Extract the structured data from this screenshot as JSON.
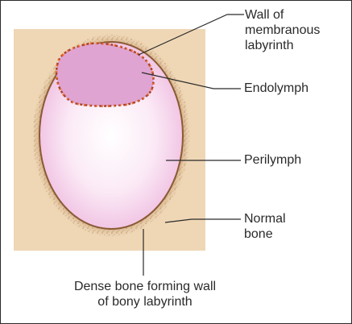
{
  "labels": {
    "wall_membranous": [
      "Wall of",
      "membranous",
      "labyrinth"
    ],
    "endolymph": "Endolymph",
    "perilymph": "Perilymph",
    "normal_bone": [
      "Normal",
      "bone"
    ],
    "dense_bone": [
      "Dense bone forming wall",
      "of bony labyrinth"
    ]
  },
  "colors": {
    "bone": "#efd7b6",
    "dense_bone_speckle": "#b88a5a",
    "perilymph_center": "#ffffff",
    "perilymph_edge": "#efbde0",
    "perilymph_outline": "#8a5a35",
    "endolymph_fill": "#dfa4d2",
    "membrane_outline": "#a8442a",
    "membrane_dots": "#f06a2a",
    "leader_line": "#2a2a2a"
  }
}
